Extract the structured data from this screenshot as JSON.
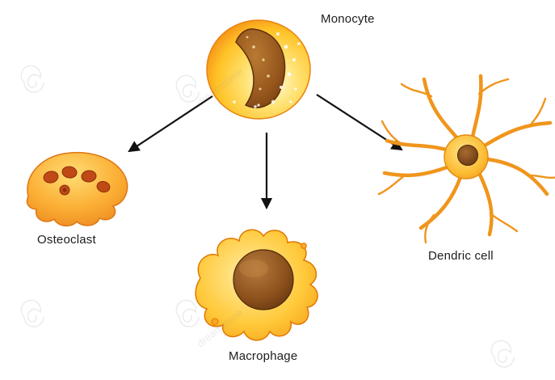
{
  "diagram": {
    "type": "cell-differentiation-flowchart",
    "labels": {
      "monocyte": "Monocyte",
      "osteoclast": "Osteoclast",
      "macrophage": "Macrophage",
      "dendritic": "Dendric cell"
    },
    "relations": {
      "root": "Monocyte",
      "children": [
        "Osteoclast",
        "Macrophage",
        "Dendric cell"
      ]
    },
    "watermark": "dreamstime",
    "colors": {
      "cell_yellow": "#FFD75E",
      "cell_highlight": "#FFF9DC",
      "cell_orange": "#F08A00",
      "cell_deep_orange": "#E0741A",
      "nucleus_brown": "#9C5A1D",
      "nucleus_dark": "#63320D",
      "osteoclast_nuclei": "#C04A15",
      "arrow": "#111111",
      "label_text": "#1c1c1c",
      "background": "#FFFFFF"
    }
  }
}
